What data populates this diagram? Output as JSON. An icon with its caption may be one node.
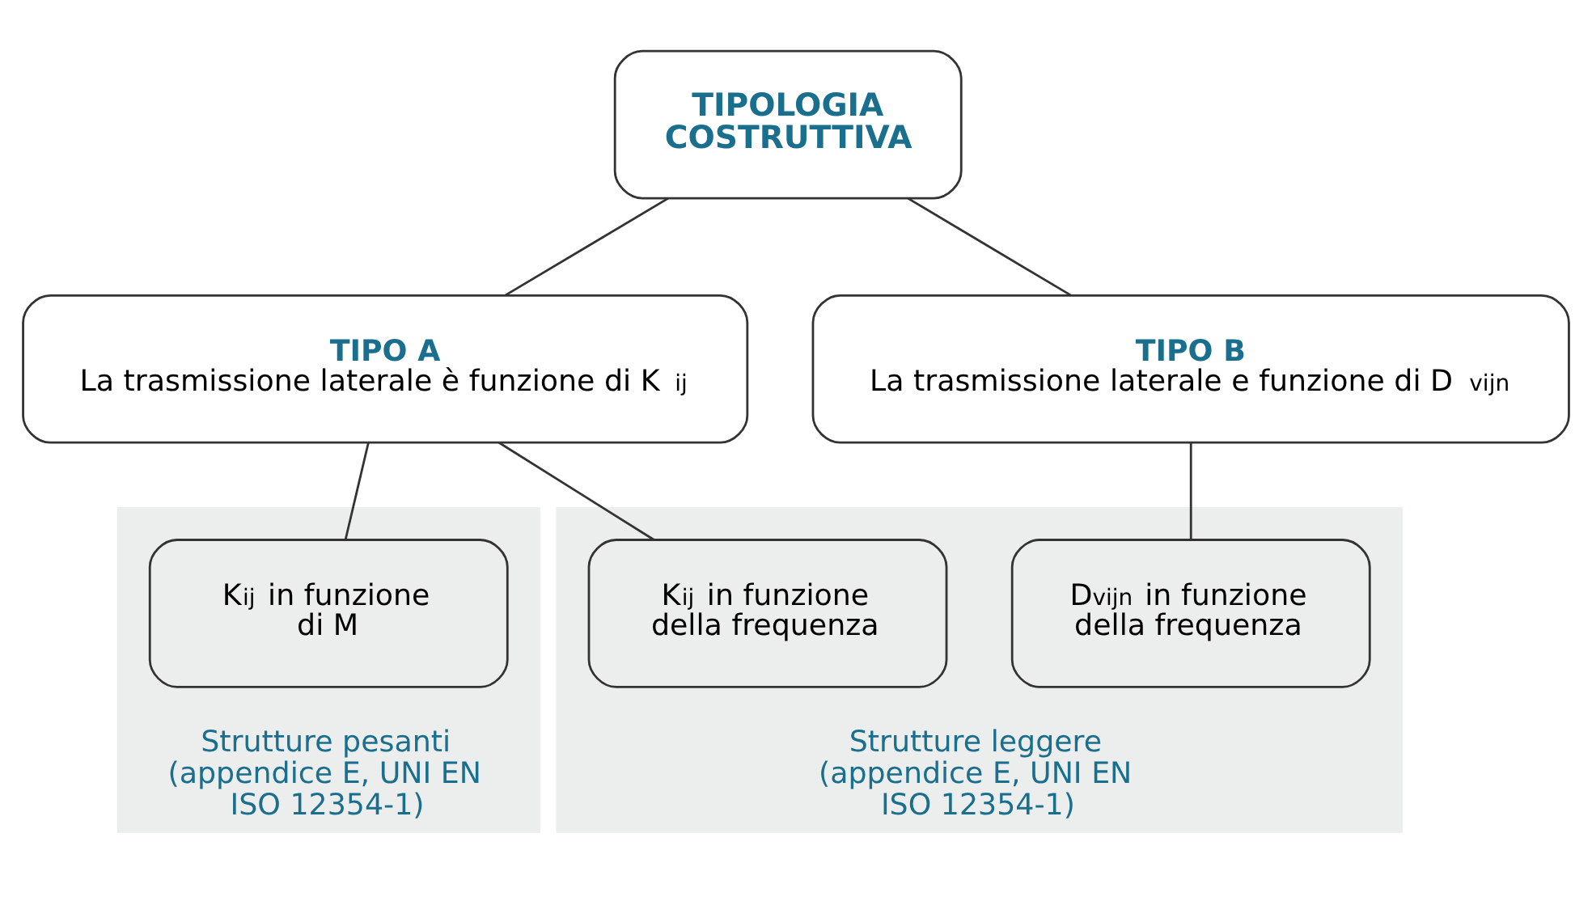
{
  "diagram": {
    "nodes": [
      {
        "text": [
          "TIPOLOGIA COSTRUTTIVA"
        ]
      },
      {
        "text": [
          "TIPO A",
          "La trasmissione laterale è funzione di K$_{ij}$"
        ]
      },
      {
        "text": [
          "TIPO B",
          "La trasmissione laterale e funzione di D$_{vijn}$"
        ]
      },
      {
        "text": [
          "Strutture pesanti (appendice E, UNI EN ISO 12354-1)"
        ]
      },
      {
        "text": [
          "K$_{ij}$ in funzione di M"
        ],
        "in": 3
      },
      {
        "text": [
          "Strutture leggere (appendice E, UNI EN ISO 12354-1)"
        ]
      },
      {
        "text": [
          "K$_{ij}$ in funzione della frequenza"
        ],
        "in": 5
      },
      {
        "text": [
          "D$_{vijn}$ in funzione della frequenza"
        ],
        "in": 5
      }
    ],
    "edges": [
      {
        "from": 0,
        "to": 1,
        "arrow": "none"
      },
      {
        "from": 0,
        "to": 2,
        "arrow": "none"
      },
      {
        "from": 1,
        "to": 4,
        "arrow": "none"
      },
      {
        "from": 1,
        "to": 6,
        "arrow": "none"
      },
      {
        "from": 2,
        "to": 7,
        "arrow": "none"
      }
    ]
  }
}
